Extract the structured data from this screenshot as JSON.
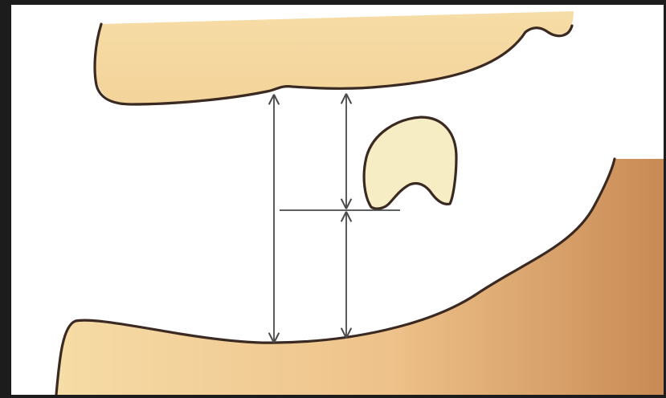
{
  "figure": {
    "type": "anatomical-line-diagram",
    "labels": [],
    "colors": {
      "frame": "#1c1c1c",
      "background": "#ffffff",
      "upper_jaw_fill": "#f3d49a",
      "lower_jaw_fill_light": "#f6dca6",
      "lower_jaw_fill_dark": "#c98a55",
      "tooth_fill": "#f7edc4",
      "outline": "#3a2a22",
      "measure_line": "#4a4a4a"
    },
    "icons": {
      "upper_jaw": "upper-jaw-ridge",
      "lower_jaw": "lower-jaw-ridge",
      "tooth": "tooth-cross-section"
    }
  }
}
